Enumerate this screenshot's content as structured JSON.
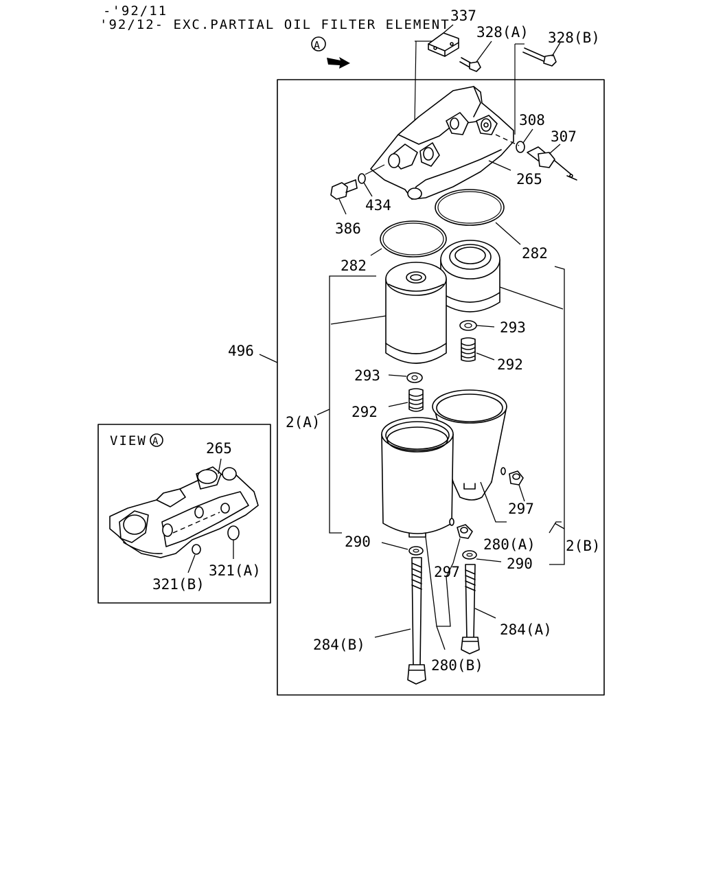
{
  "header": {
    "line1": "-'92/11",
    "line2": "'92/12- EXC.PARTIAL OIL FILTER ELEMENT"
  },
  "view_marker": "A",
  "inset": {
    "title": "VIEW",
    "marker": "A",
    "labels": {
      "p265": "265",
      "p321b": "321(B)",
      "p321a": "321(A)"
    }
  },
  "labels": {
    "p337": "337",
    "p328a": "328(A)",
    "p328b": "328(B)",
    "p308": "308",
    "p307": "307",
    "p265": "265",
    "p434": "434",
    "p386": "386",
    "p282_left": "282",
    "p282_right": "282",
    "p496": "496",
    "p293_right": "293",
    "p292_right": "292",
    "p293_left": "293",
    "p292_left": "292",
    "p2a": "2(A)",
    "p297_right": "297",
    "p280a": "280(A)",
    "p2b": "2(B)",
    "p290_left": "290",
    "p290_right": "290",
    "p297_mid": "297",
    "p284a": "284(A)",
    "p284b": "284(B)",
    "p280b": "280(B)"
  }
}
